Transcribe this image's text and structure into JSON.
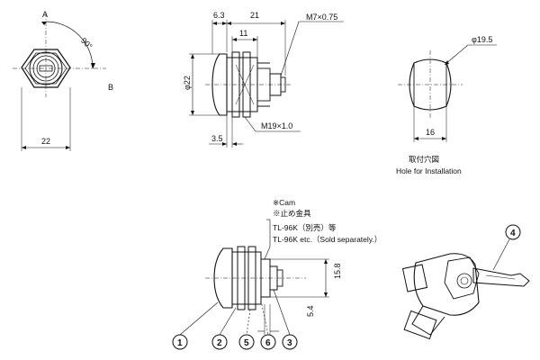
{
  "front_view": {
    "label_a": "A",
    "label_b": "B",
    "angle": "90°",
    "width_dim": "22"
  },
  "side_view": {
    "dim_top_left": "6.3",
    "dim_top_total": "21",
    "dim_inner": "11",
    "thread_small": "M7×0.75",
    "diameter": "φ22",
    "thread_large": "M19×1.0",
    "dim_bottom": "3.5"
  },
  "hole_view": {
    "diameter": "φ19.5",
    "width_dim": "16",
    "caption_jp": "取付穴図",
    "caption_en": "Hole for Installation"
  },
  "assembly_view": {
    "note_cam": "※Cam",
    "note_stopper": "※止め金具",
    "note_tl96k_jp": "TL-96K（別売）等",
    "note_tl96k_en": "TL-96K etc.（Sold separately.）",
    "dim_vertical": "15.8",
    "dim_small": "5.4",
    "callouts": [
      "1",
      "2",
      "5",
      "6",
      "3"
    ]
  },
  "key_view": {
    "callout": "4"
  }
}
